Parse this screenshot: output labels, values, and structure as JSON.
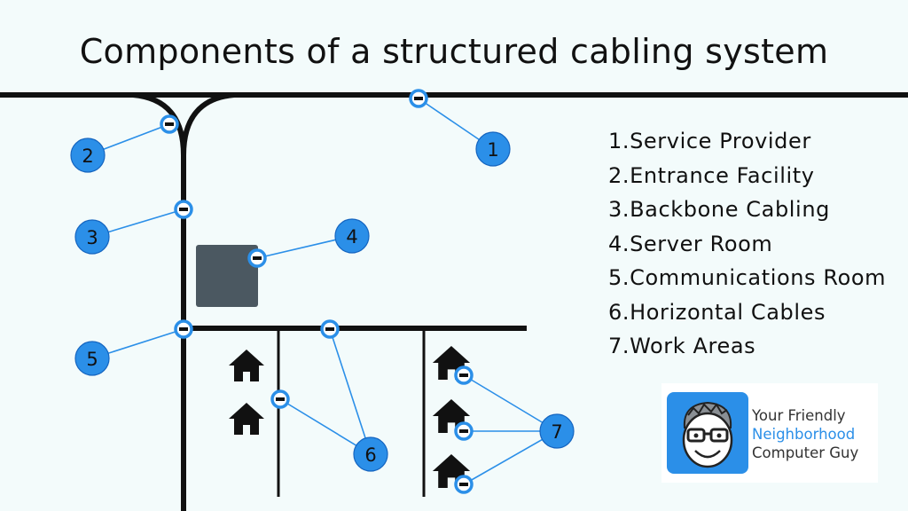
{
  "title": "Components of a structured cabling system",
  "callouts": [
    "1",
    "2",
    "3",
    "4",
    "5",
    "6",
    "7"
  ],
  "legend": [
    "1.Service Provider",
    "2.Entrance Facility",
    "3.Backbone Cabling",
    "4.Server Room",
    "5.Communications Room",
    "6.Horizontal Cables",
    "7.Work Areas"
  ],
  "logo": {
    "line1": "Your Friendly",
    "line2": "Neighborhood",
    "line3": "Computer Guy"
  },
  "colors": {
    "accent": "#2b8fe8",
    "cable": "#111111",
    "server_room": "#4b5861",
    "background": "#f3fbfb"
  },
  "icons": [
    "house-icon",
    "cartoon-face-icon"
  ]
}
